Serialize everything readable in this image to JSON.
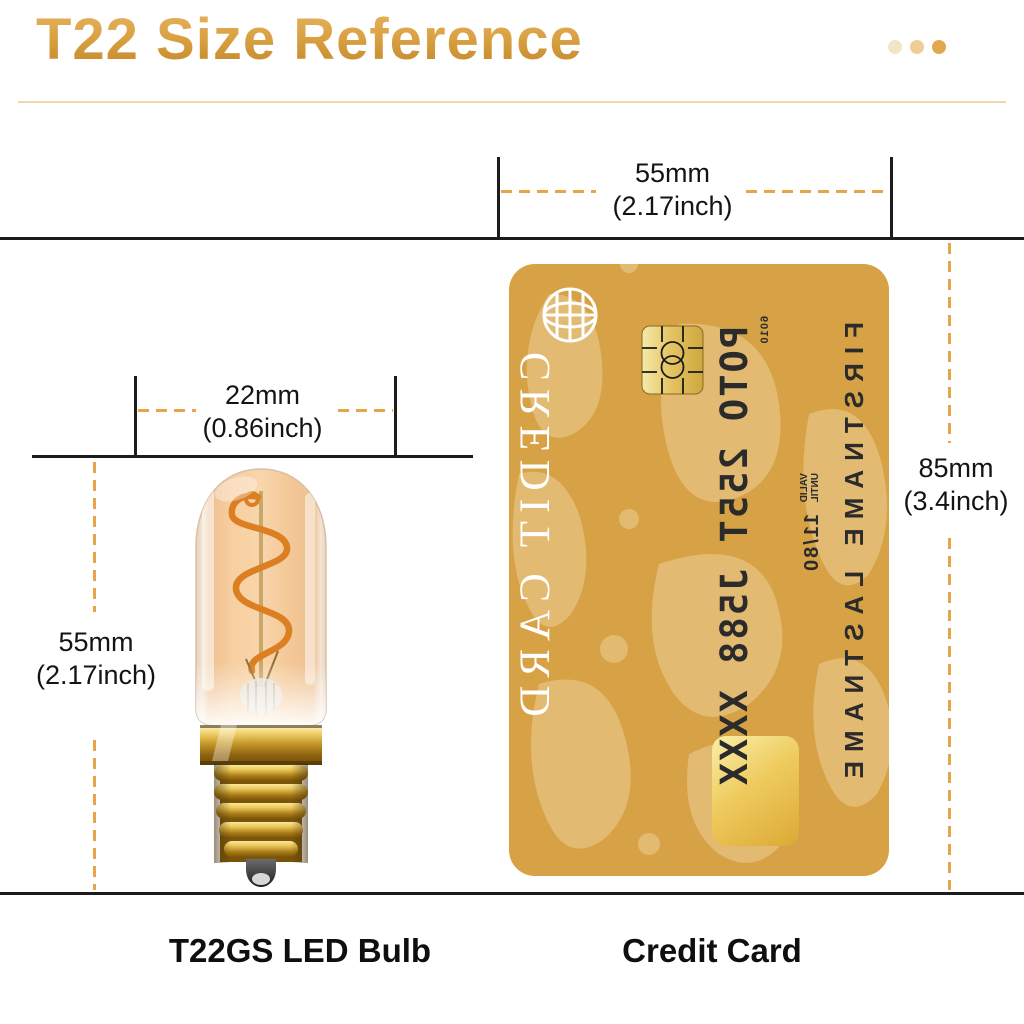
{
  "header": {
    "title": "T22 Size Reference",
    "underline_color": "#F1DAA8",
    "dots": [
      "#F4E4C6",
      "#EECD96",
      "#E2A850"
    ]
  },
  "dimensions": {
    "card_width": {
      "value": "55mm",
      "inch": "(2.17inch)"
    },
    "bulb_width": {
      "value": "22mm",
      "inch": "(0.86inch)"
    },
    "bulb_height": {
      "value": "55mm",
      "inch": "(2.17inch)"
    },
    "card_height": {
      "value": "85mm",
      "inch": "(3.4inch)"
    }
  },
  "footer": {
    "bulb_label": "T22GS LED Bulb",
    "card_label": "Credit Card"
  },
  "card": {
    "brand": "CREDIT CARD",
    "number": "POTO 255T J588 XXXX",
    "code": "6010",
    "valid_label_line1": "VALID",
    "valid_label_line2": "UNTIL",
    "expiry": "11/80",
    "holder": "FIRSTNAME LASTNAME",
    "orientation_note": "rotated sideways and mirrored",
    "colors": {
      "base": "#D7A245",
      "map": "#E3BA72",
      "text": "#2B2B2B",
      "brand_text": "#FFFFFF"
    }
  },
  "style": {
    "accent_dash": "#E6A54B",
    "line_color": "#1C1C1C",
    "title_gold": "#D09A3E"
  }
}
